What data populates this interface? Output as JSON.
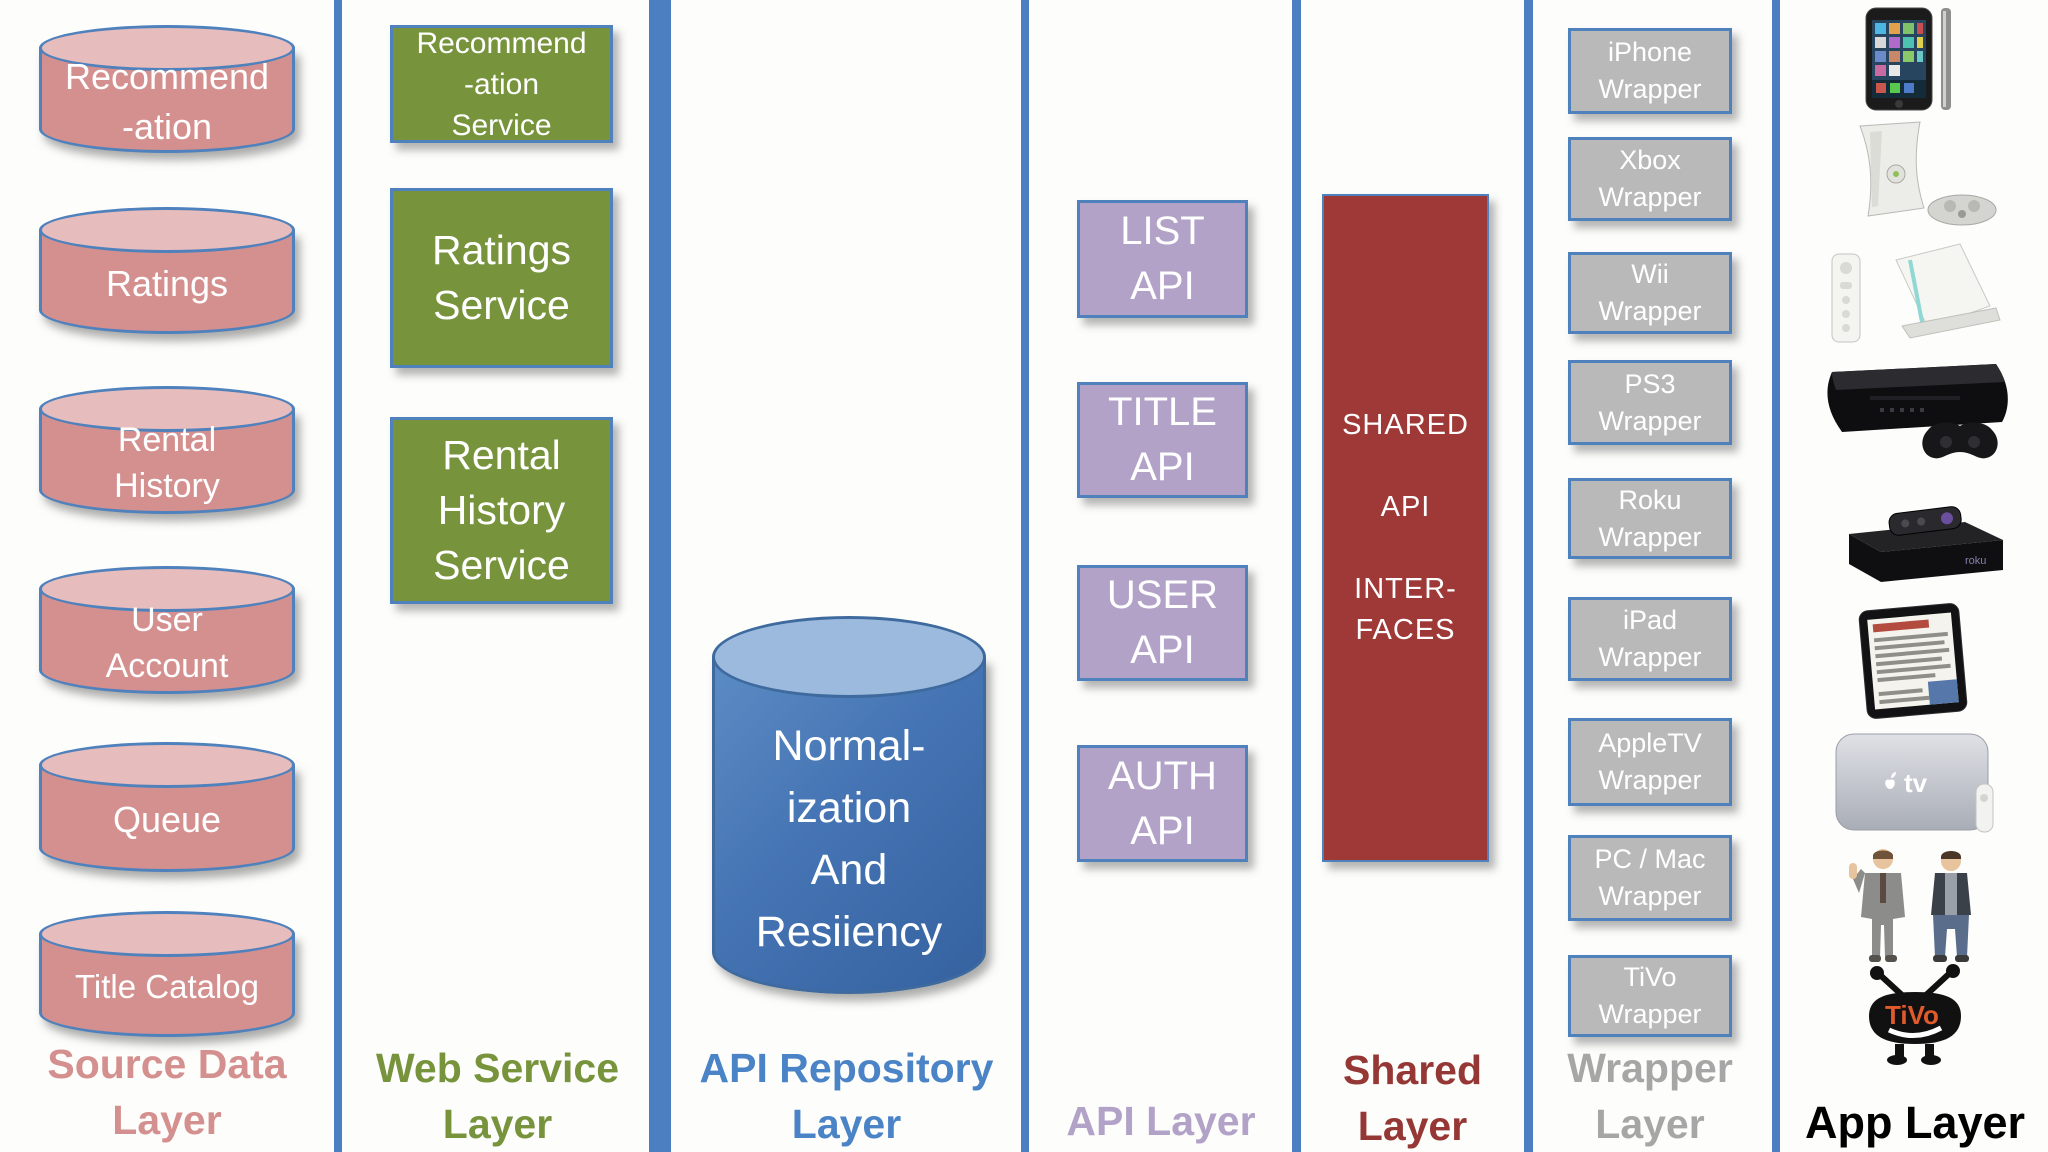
{
  "layers": {
    "source_data": {
      "label": "Source Data\nLayer",
      "color": "#D4908F",
      "items": [
        "Recommend\n-ation",
        "Ratings",
        "Rental\nHistory",
        "User\nAccount",
        "Queue",
        "Title Catalog"
      ]
    },
    "web_service": {
      "label": "Web Service\nLayer",
      "color": "#77933C",
      "items": [
        "Recommend\n-ation\nService",
        "Ratings\nService",
        "Rental\nHistory\nService"
      ]
    },
    "api_repository": {
      "label": "API Repository\nLayer",
      "color": "#4A83C6",
      "items": [
        "Normal-\nization\nAnd\nResiiency"
      ]
    },
    "api": {
      "label": "API Layer",
      "color": "#B2A2C7",
      "items": [
        "LIST\nAPI",
        "TITLE\nAPI",
        "USER\nAPI",
        "AUTH\nAPI"
      ]
    },
    "shared": {
      "label": "Shared\nLayer",
      "color": "#9E3937",
      "items": [
        "SHARED\n\nAPI\n\nINTER-\nFACES"
      ]
    },
    "wrapper": {
      "label": "Wrapper\nLayer",
      "color": "#A6A6A6",
      "box_color": "#B9B9B9",
      "items": [
        "iPhone\nWrapper",
        "Xbox\nWrapper",
        "Wii\nWrapper",
        "PS3\nWrapper",
        "Roku\nWrapper",
        "iPad\nWrapper",
        "AppleTV\nWrapper",
        "PC / Mac\nWrapper",
        "TiVo\nWrapper"
      ]
    },
    "app": {
      "label": "App Layer",
      "color": "#000000",
      "devices": [
        "iphone",
        "xbox-360",
        "wii",
        "ps3",
        "roku",
        "ipad",
        "apple-tv",
        "pc-mac",
        "tivo"
      ],
      "apple_tv_mark": "tv",
      "roku_mark": "roku",
      "tivo_mark": "TiVo"
    }
  },
  "colors": {
    "accent_border_blue": "#4F81BD",
    "divider_blue": "#4C7FC1",
    "cylinder_top_pink": "#E7BCBC",
    "repo_cylinder_blue": "#4574B4"
  }
}
